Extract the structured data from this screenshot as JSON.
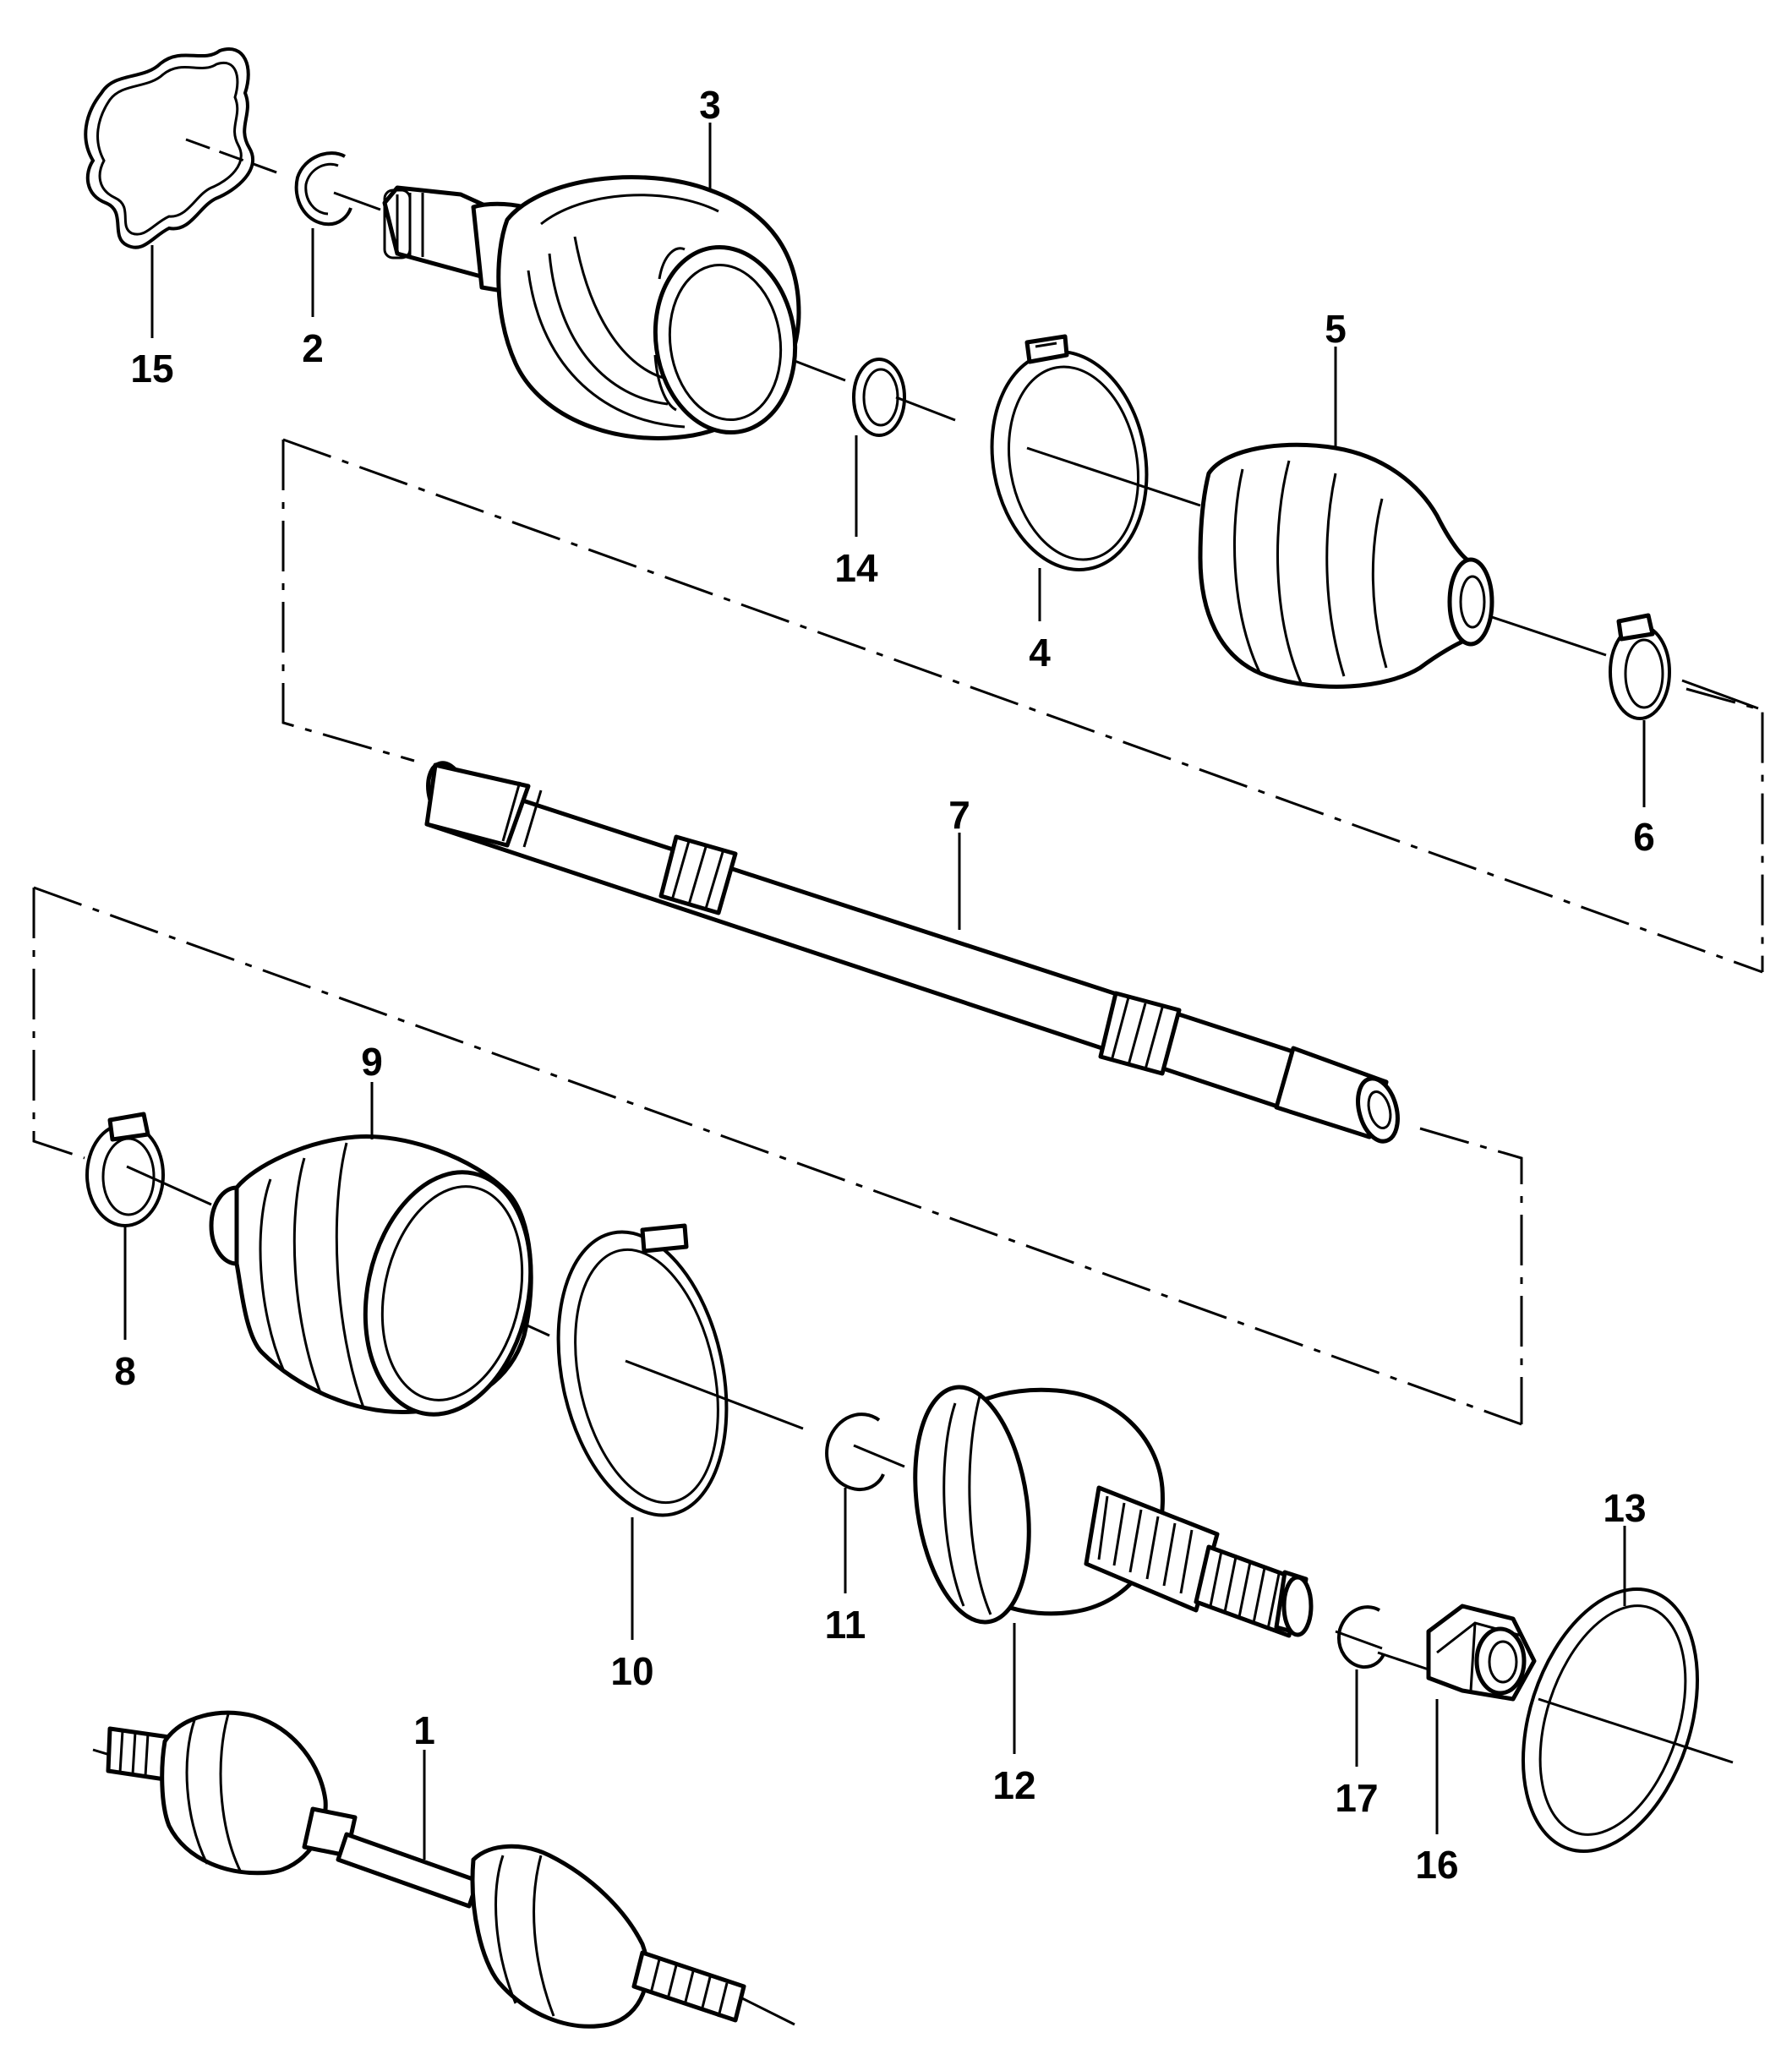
{
  "diagram": {
    "callouts": [
      {
        "id": "1",
        "label": "1"
      },
      {
        "id": "2",
        "label": "2"
      },
      {
        "id": "3",
        "label": "3"
      },
      {
        "id": "4",
        "label": "4"
      },
      {
        "id": "5",
        "label": "5"
      },
      {
        "id": "6",
        "label": "6"
      },
      {
        "id": "7",
        "label": "7"
      },
      {
        "id": "8",
        "label": "8"
      },
      {
        "id": "9",
        "label": "9"
      },
      {
        "id": "10",
        "label": "10"
      },
      {
        "id": "11",
        "label": "11"
      },
      {
        "id": "12",
        "label": "12"
      },
      {
        "id": "13",
        "label": "13"
      },
      {
        "id": "14",
        "label": "14"
      },
      {
        "id": "15",
        "label": "15"
      },
      {
        "id": "16",
        "label": "16"
      },
      {
        "id": "17",
        "label": "17"
      }
    ],
    "colors": {
      "ink": "#000000",
      "paper": "#ffffff"
    }
  }
}
